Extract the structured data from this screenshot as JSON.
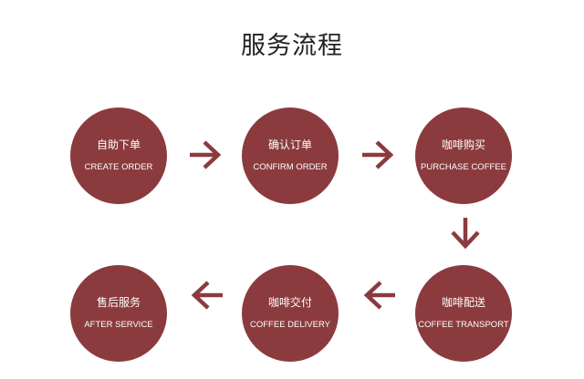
{
  "title": "服务流程",
  "colors": {
    "circle": "#8b3b3e",
    "arrow": "#8b3b3e"
  },
  "steps": [
    {
      "zh": "自助下单",
      "en": "CREATE ORDER"
    },
    {
      "zh": "确认订单",
      "en": "CONFIRM ORDER"
    },
    {
      "zh": "咖啡购买",
      "en": "PURCHASE COFFEE"
    },
    {
      "zh": "咖啡配送",
      "en": "COFFEE TRANSPORT"
    },
    {
      "zh": "咖啡交付",
      "en": "COFFEE DELIVERY"
    },
    {
      "zh": "售后服务",
      "en": "AFTER SERVICE"
    }
  ],
  "arrows": [
    {
      "icon": "arrow-right-icon",
      "direction": "right"
    },
    {
      "icon": "arrow-right-icon",
      "direction": "right"
    },
    {
      "icon": "arrow-down-icon",
      "direction": "down"
    },
    {
      "icon": "arrow-left-icon",
      "direction": "left"
    },
    {
      "icon": "arrow-left-icon",
      "direction": "left"
    }
  ]
}
